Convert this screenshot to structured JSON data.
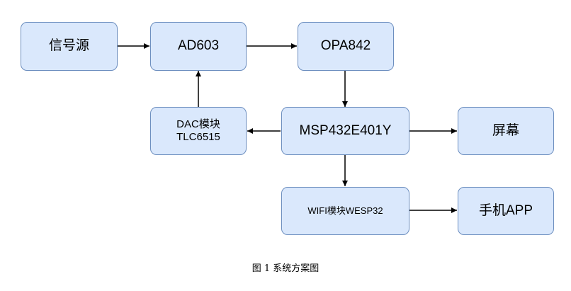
{
  "diagram": {
    "nodes": {
      "signal_source": "信号源",
      "ad603": "AD603",
      "opa842": "OPA842",
      "dac_line1": "DAC模块",
      "dac_line2": "TLC6515",
      "mcu": "MSP432E401Y",
      "screen": "屏幕",
      "wifi": "WIFI模块WESP32",
      "phone_app": "手机APP"
    },
    "edges": [
      {
        "from": "signal_source",
        "to": "ad603"
      },
      {
        "from": "ad603",
        "to": "opa842"
      },
      {
        "from": "opa842",
        "to": "mcu"
      },
      {
        "from": "dac",
        "to": "ad603"
      },
      {
        "from": "mcu",
        "to": "dac"
      },
      {
        "from": "mcu",
        "to": "screen"
      },
      {
        "from": "mcu",
        "to": "wifi"
      },
      {
        "from": "wifi",
        "to": "phone_app"
      }
    ],
    "colors": {
      "box_fill": "#dae8fc",
      "box_border": "#6c8ebf",
      "arrow": "#000000"
    }
  },
  "caption": "图 1  系统方案图"
}
